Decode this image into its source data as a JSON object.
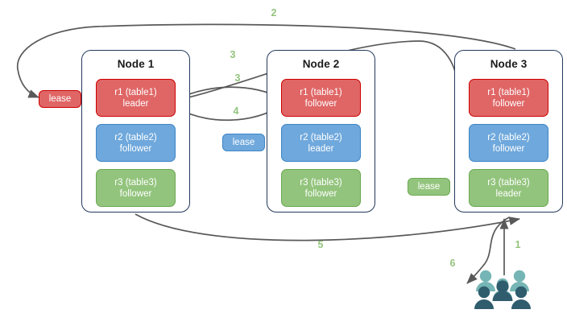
{
  "diagram": {
    "title": "distributed-lease-and-raft-replication-flow",
    "colors": {
      "red_fill": "#e06666",
      "red_stroke": "#cc0000",
      "blue_fill": "#6fa8dc",
      "blue_stroke": "#3d85c6",
      "green_fill": "#93c47d",
      "green_stroke": "#6aa84f",
      "node_border": "#23395b",
      "edge": "#595959",
      "step_label": "#93c47d",
      "people_light": "#76b5b5",
      "people_dark": "#2f5d6e"
    },
    "nodes": [
      {
        "id": "node1",
        "title": "Node 1",
        "replicas": [
          {
            "name": "r1 (table1)",
            "role": "leader",
            "color": "red"
          },
          {
            "name": "r2 (table2)",
            "role": "follower",
            "color": "blue"
          },
          {
            "name": "r3 (table3)",
            "role": "follower",
            "color": "green"
          }
        ]
      },
      {
        "id": "node2",
        "title": "Node 2",
        "replicas": [
          {
            "name": "r1 (table1)",
            "role": "follower",
            "color": "red"
          },
          {
            "name": "r2 (table2)",
            "role": "leader",
            "color": "blue"
          },
          {
            "name": "r3 (table3)",
            "role": "follower",
            "color": "green"
          }
        ]
      },
      {
        "id": "node3",
        "title": "Node 3",
        "replicas": [
          {
            "name": "r1 (table1)",
            "role": "follower",
            "color": "red"
          },
          {
            "name": "r2 (table2)",
            "role": "follower",
            "color": "blue"
          },
          {
            "name": "r3 (table3)",
            "role": "leader",
            "color": "green"
          }
        ]
      }
    ],
    "leases": [
      {
        "id": "lease-r1",
        "label": "lease",
        "color": "red"
      },
      {
        "id": "lease-r2",
        "label": "lease",
        "color": "blue"
      },
      {
        "id": "lease-r3",
        "label": "lease",
        "color": "green"
      }
    ],
    "steps": [
      {
        "id": "step-1",
        "label": "1",
        "from": "client",
        "to": "node3"
      },
      {
        "id": "step-2",
        "label": "2",
        "from": "node3",
        "to": "lease-r1"
      },
      {
        "id": "step-3a",
        "label": "3",
        "from": "node1-r1",
        "to": "node3-r1"
      },
      {
        "id": "step-3b",
        "label": "3",
        "from": "node1-r1",
        "to": "node2-r1"
      },
      {
        "id": "step-4",
        "label": "4",
        "from": "node2-r1",
        "to": "node1-r1"
      },
      {
        "id": "step-5",
        "label": "5",
        "from": "node1",
        "to": "node3"
      },
      {
        "id": "step-6",
        "label": "6",
        "from": "node3",
        "to": "client"
      }
    ],
    "client": {
      "label": "client-users",
      "icon": "people-group-icon"
    }
  }
}
